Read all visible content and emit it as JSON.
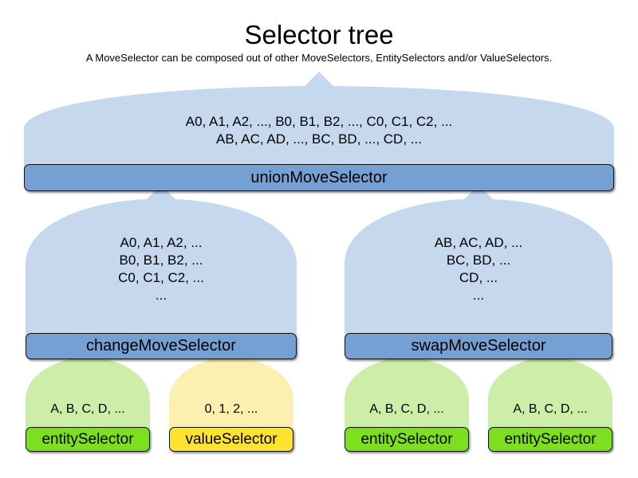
{
  "header": {
    "title": "Selector tree",
    "subtitle": "A MoveSelector can be composed out of other MoveSelectors, EntitySelectors and/or ValueSelectors."
  },
  "colors": {
    "blue_body": "#c5d8ee",
    "blue_bar": "#74a0d4",
    "green_body": "#cceea8",
    "green_bar": "#7ce01e",
    "yellow_body": "#fcf0b0",
    "yellow_bar": "#fde22f",
    "outline": "#111111",
    "text": "#000000"
  },
  "nodes": {
    "union": {
      "label": "unionMoveSelector",
      "kind": "move-selector",
      "color": "blue",
      "lines": [
        "A0, A1, A2, ..., B0, B1, B2, ..., C0, C1, C2, ...",
        "AB, AC, AD, ..., BC, BD, ..., CD, ..."
      ]
    },
    "change": {
      "label": "changeMoveSelector",
      "kind": "move-selector",
      "color": "blue",
      "lines": [
        "A0, A1, A2, ...",
        "B0, B1, B2, ...",
        "C0, C1, C2, ...",
        "..."
      ]
    },
    "swap": {
      "label": "swapMoveSelector",
      "kind": "move-selector",
      "color": "blue",
      "lines": [
        "AB, AC, AD, ...",
        "BC, BD, ...",
        "CD, ...",
        "..."
      ]
    },
    "leaf1": {
      "label": "entitySelector",
      "kind": "entity-selector",
      "color": "green",
      "lines": [
        "A, B, C, D, ..."
      ]
    },
    "leaf2": {
      "label": "valueSelector",
      "kind": "value-selector",
      "color": "yellow",
      "lines": [
        "0, 1, 2, ..."
      ]
    },
    "leaf3": {
      "label": "entitySelector",
      "kind": "entity-selector",
      "color": "green",
      "lines": [
        "A, B, C, D, ..."
      ]
    },
    "leaf4": {
      "label": "entitySelector",
      "kind": "entity-selector",
      "color": "green",
      "lines": [
        "A, B, C, D, ..."
      ]
    }
  }
}
